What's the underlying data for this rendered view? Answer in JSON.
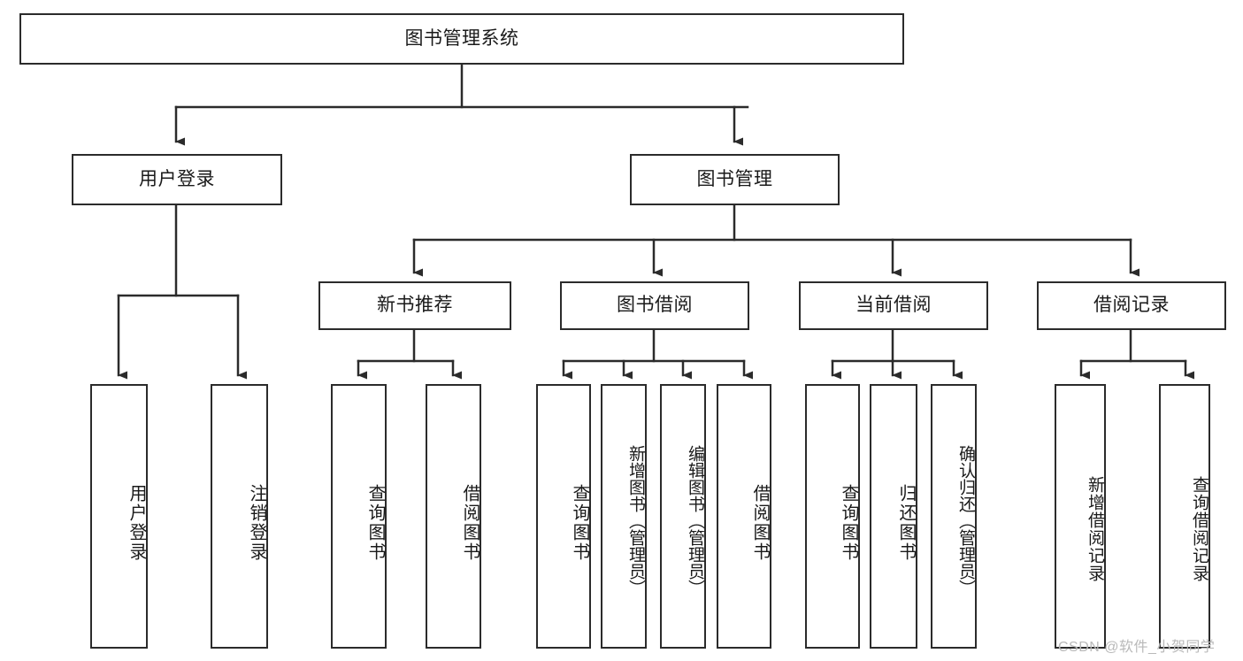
{
  "diagram": {
    "title": "图书管理系统",
    "type": "tree-hierarchy",
    "root": {
      "label": "图书管理系统"
    },
    "level2": [
      {
        "label": "用户登录"
      },
      {
        "label": "图书管理"
      }
    ],
    "level3": [
      {
        "label": "新书推荐"
      },
      {
        "label": "图书借阅"
      },
      {
        "label": "当前借阅"
      },
      {
        "label": "借阅记录"
      }
    ],
    "leaves": {
      "user_login": [
        {
          "label": "用户登录"
        },
        {
          "label": "注销登录"
        }
      ],
      "new_book": [
        {
          "label": "查询图书"
        },
        {
          "label": "借阅图书"
        }
      ],
      "book_borrow": [
        {
          "label": "查询图书"
        },
        {
          "label": "新增图书（管理员）"
        },
        {
          "label": "编辑图书（管理员）"
        },
        {
          "label": "借阅图书"
        }
      ],
      "current_borrow": [
        {
          "label": "查询图书"
        },
        {
          "label": "归还图书"
        },
        {
          "label": "确认归还（管理员）"
        }
      ],
      "borrow_record": [
        {
          "label": "新增借阅记录"
        },
        {
          "label": "查询借阅记录"
        }
      ]
    }
  },
  "watermark": {
    "text": "CSDN @软件_小贺同学"
  },
  "colors": {
    "stroke": "#2b2b2b",
    "background": "#ffffff",
    "text": "#1a1a1a",
    "watermark": "#b9b9b9"
  }
}
